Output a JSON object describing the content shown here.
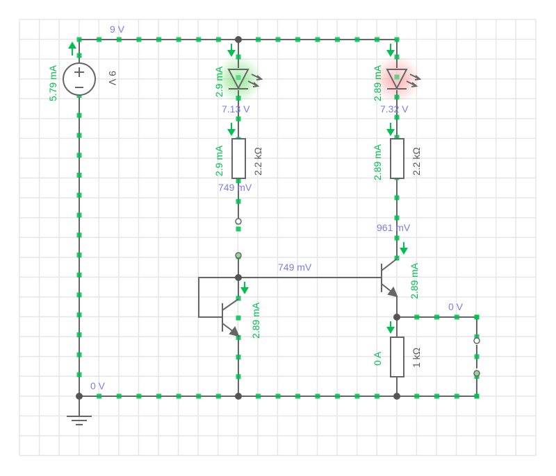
{
  "colors": {
    "wire": "#666666",
    "grid": "#e6e6e6",
    "current": "#00c050",
    "voltage": "#7b7bf0",
    "led_green_glow": "#7de07d",
    "led_red_glow": "#ff9c9c"
  },
  "circuit": {
    "source": {
      "value": "9 V",
      "current": "5.79 mA",
      "icon": "dc-voltage-source-icon"
    },
    "node_labels": {
      "top_rail": "9 V",
      "ground_rail": "0 V",
      "right_branch": "0 V",
      "base_node": "749 mV"
    },
    "led_left": {
      "current": "2.9 mA",
      "voltage": "7.13 V",
      "color": "green",
      "icon": "led-icon"
    },
    "led_right": {
      "current": "2.89 mA",
      "voltage": "7.32 V",
      "color": "red",
      "icon": "led-icon"
    },
    "resistor_left": {
      "value": "2.2 kΩ",
      "current": "2.9 mA",
      "voltage": "749 mV"
    },
    "resistor_right": {
      "value": "2.2 kΩ",
      "current": "2.89 mA",
      "voltage": "961 mV"
    },
    "transistor_left": {
      "current": "2.89 mA",
      "icon": "npn-transistor-icon"
    },
    "transistor_right": {
      "current": "2.89 mA",
      "icon": "npn-transistor-icon"
    },
    "resistor_bottom": {
      "value": "1 kΩ",
      "current": "0 A"
    },
    "ground": {
      "icon": "ground-icon"
    }
  }
}
